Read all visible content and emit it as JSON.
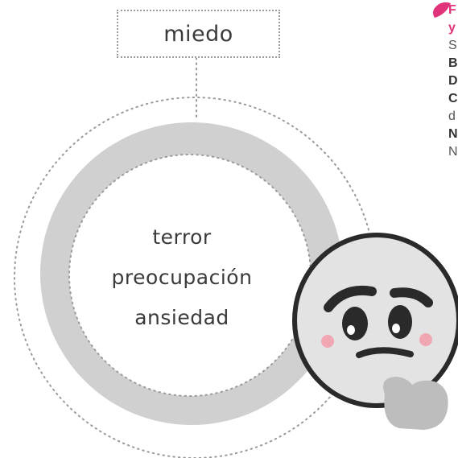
{
  "diagram": {
    "outer_label": "miedo",
    "inner_items": [
      "terror",
      "preocupación",
      "ansiedad"
    ]
  },
  "side_panel": {
    "lines": [
      "F",
      "y",
      "S",
      "B",
      "D",
      "C",
      "d",
      "N",
      "N"
    ]
  },
  "colors": {
    "ring": "#d0d0d0",
    "dots": "#9a9a9a",
    "text": "#3a3a3a",
    "accent": "#e0337a",
    "face": "#e3e3e3",
    "blush": "#f0a7b2"
  },
  "icons": {
    "emoji": "worried-face-icon",
    "side_icon": "pink-leaf-icon"
  }
}
